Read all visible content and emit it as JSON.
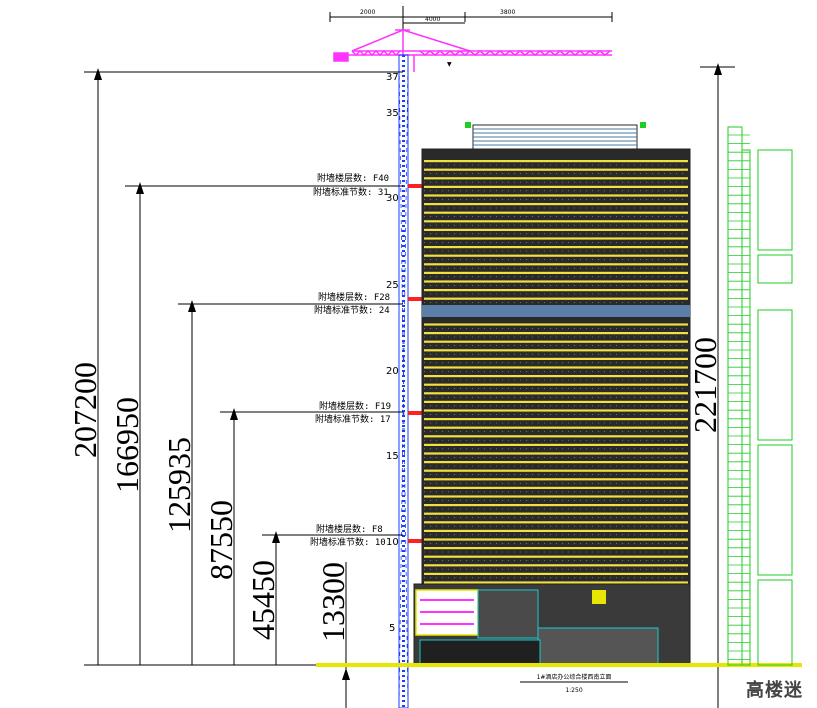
{
  "top_dims": [
    "2000",
    "4000",
    "3800"
  ],
  "levels": [
    {
      "value": "207200"
    },
    {
      "value": "166950"
    },
    {
      "value": "125935"
    },
    {
      "value": "87550"
    },
    {
      "value": "45450"
    },
    {
      "value": "13300"
    }
  ],
  "right_level": {
    "value": "221700"
  },
  "mast_ticks": [
    "37",
    "35",
    "30",
    "25",
    "20",
    "15",
    "10",
    "5"
  ],
  "tie_annotations": [
    {
      "floor": "附墙楼层数: F40",
      "section": "附墙标准节数: 31"
    },
    {
      "floor": "附墙楼层数: F28",
      "section": "附墙标准节数: 24"
    },
    {
      "floor": "附墙楼层数: F19",
      "section": "附墙标准节数: 17"
    },
    {
      "floor": "附墙楼层数: F8",
      "section": "附墙标准节数: 10"
    }
  ],
  "caption": {
    "title": "1#酒店办公综合楼西南立面",
    "scale": "1:250"
  },
  "watermark": "高楼迷",
  "colors": {
    "crane": "#ff33ff",
    "mast": "#1a3cff",
    "floor": "#f0e040",
    "facade": "#2a2a2a",
    "ground": "#e6e600",
    "green": "#22cc22",
    "tie": "#ff2020"
  }
}
